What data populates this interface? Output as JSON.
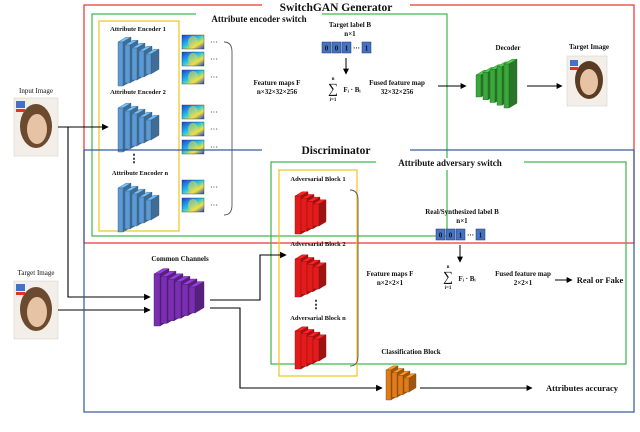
{
  "generator": {
    "title": "SwitchGAN Generator",
    "switch_title": "Attribute encoder switch",
    "encoders": [
      "Attribute Encoder 1",
      "Attribute Encoder 2",
      "Attribute Encoder n"
    ],
    "ellipsis": "⋮",
    "dots": "···",
    "feature_maps": "Feature maps F",
    "feature_dims": "n×32×32×256",
    "target_label": "Target label B",
    "target_label_dims": "n×1",
    "sum_top": "n",
    "sum_bottom": "i=1",
    "sum_term": "Fᵢ · Bᵢ",
    "label_bits": [
      "0",
      "0",
      "1",
      "···",
      "1"
    ],
    "fused": "Fused feature map",
    "fused_dims": "32×32×256",
    "decoder": "Decoder",
    "target_image": "Target Image"
  },
  "inputs": {
    "input_image": "Input Image",
    "target_image": "Target Image"
  },
  "discriminator": {
    "title": "Discriminator",
    "switch_title": "Attribute adversary switch",
    "blocks": [
      "Adversarial Block 1",
      "Adversarial Block 2",
      "Adversarial Block n"
    ],
    "common_channels": "Common Channels",
    "feature_maps": "Feature maps F",
    "feature_dims": "n×2×2×1",
    "label": "Real/Synthesized label B",
    "label_dims": "n×1",
    "fused": "Fused feature map",
    "fused_dims": "2×2×1",
    "output": "Real or Fake",
    "classification": "Classification Block",
    "accuracy": "Attributes accuracy"
  },
  "colors": {
    "generator_border": "#e8302a",
    "switch_border": "#3ab54a",
    "discriminator_border": "#2f5597",
    "encoder_border": "#f0c419",
    "encoder_fill": "#5b9bd5",
    "adversarial_fill": "#e31b1b",
    "decoder_fill": "#3aa83a",
    "common_fill": "#7a2fb3",
    "classification_fill": "#e07b1a",
    "bit_fill": "#4472c4"
  }
}
